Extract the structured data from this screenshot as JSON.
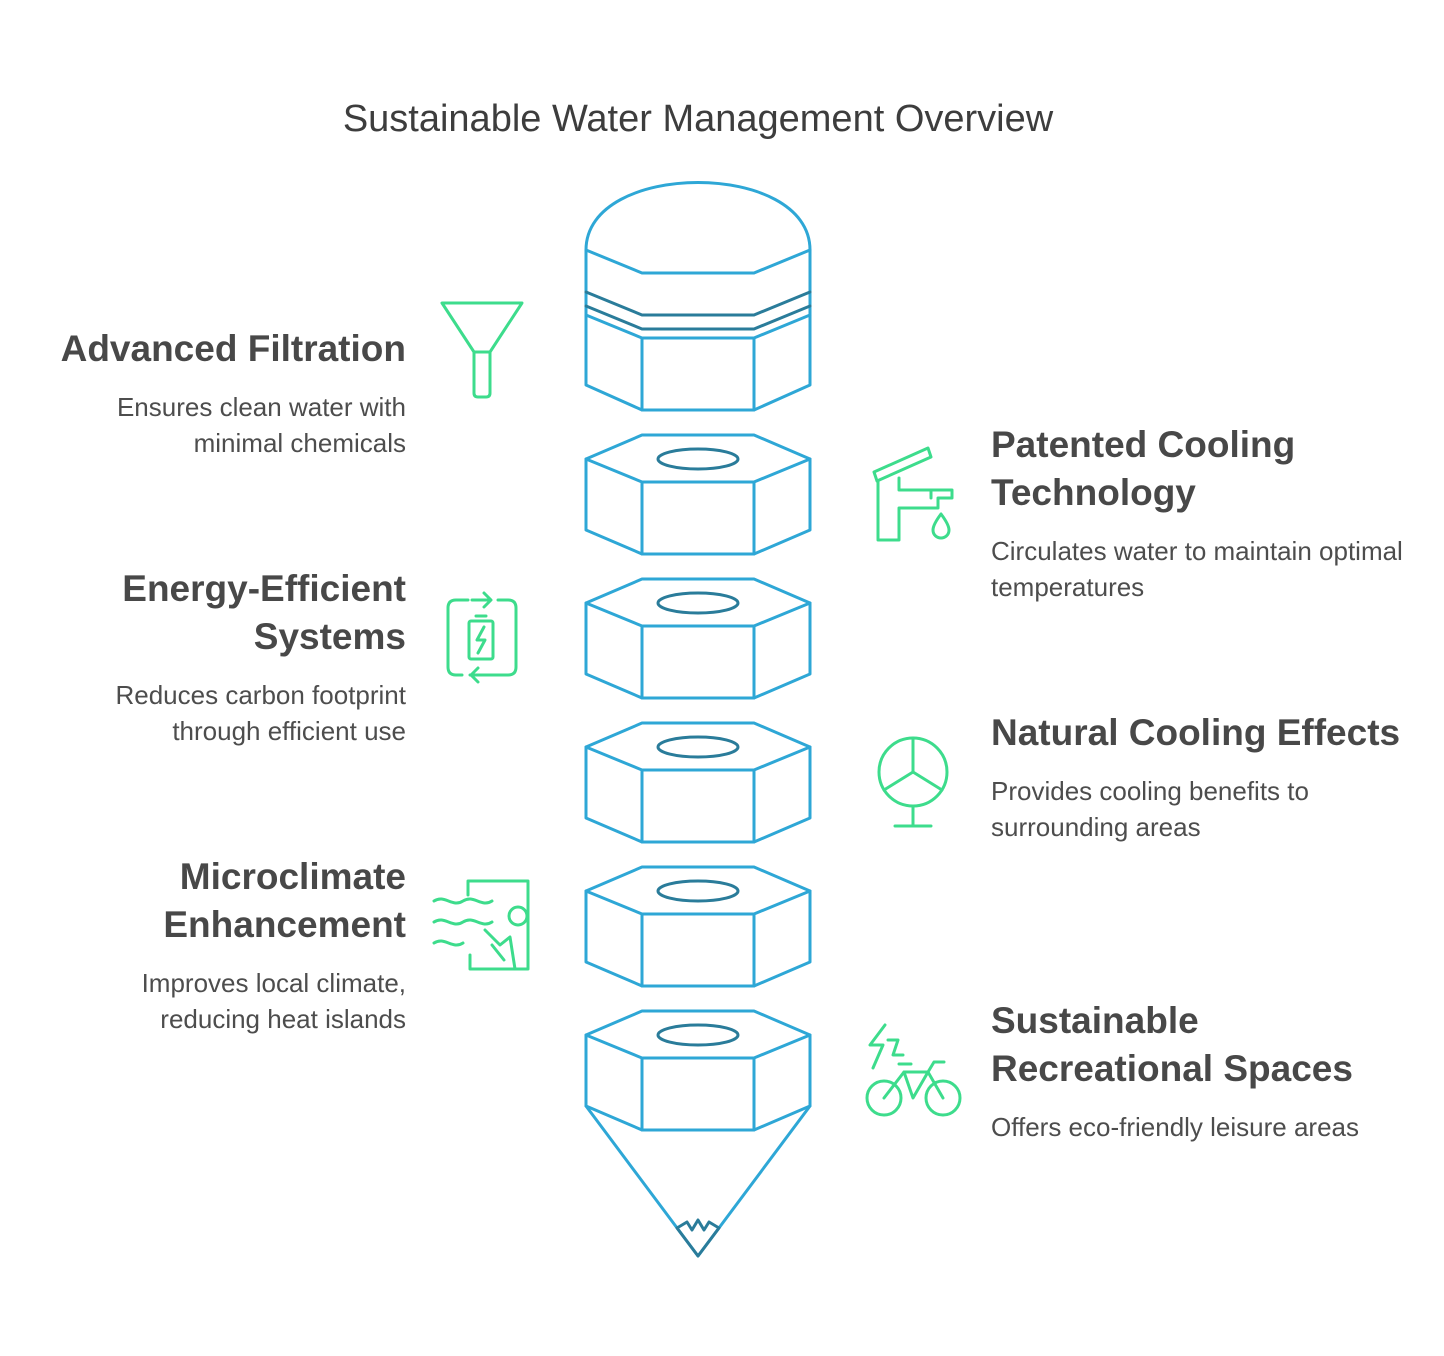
{
  "title": "Sustainable Water Management Overview",
  "colors": {
    "stack": "#2ea7d6",
    "ring": "#2a7c9a",
    "icon": "#3ddc8c",
    "text": "#484848"
  },
  "items": [
    {
      "side": "left",
      "heading": "Advanced Filtration",
      "description": "Ensures clean water with minimal chemicals",
      "icon": "funnel-icon"
    },
    {
      "side": "right",
      "heading": "Patented Cooling Technology",
      "description": "Circulates water to maintain optimal temperatures",
      "icon": "faucet-icon"
    },
    {
      "side": "left",
      "heading": "Energy-Efficient Systems",
      "description": "Reduces carbon footprint through efficient use",
      "icon": "battery-cycle-icon"
    },
    {
      "side": "right",
      "heading": "Natural Cooling Effects",
      "description": "Provides cooling benefits to surrounding areas",
      "icon": "fan-icon"
    },
    {
      "side": "left",
      "heading": "Microclimate Enhancement",
      "description": "Improves local climate, reducing heat islands",
      "icon": "wind-climate-icon"
    },
    {
      "side": "right",
      "heading": "Sustainable Recreational Spaces",
      "description": "Offers eco-friendly leisure areas",
      "icon": "e-bike-icon"
    }
  ]
}
